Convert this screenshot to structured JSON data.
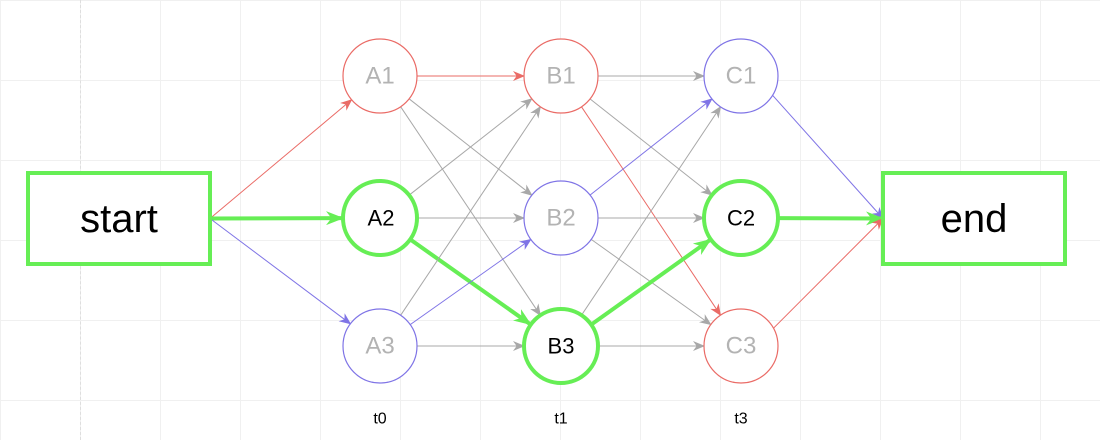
{
  "colors": {
    "red": "#ea6b66",
    "blue": "#7f74e6",
    "gray": "#a8a8a8",
    "green": "#66ee55",
    "faded_text": "#b3b3b3",
    "active_text": "#000000"
  },
  "terminals": {
    "start": {
      "label": "start"
    },
    "end": {
      "label": "end"
    }
  },
  "states": {
    "A1": {
      "label": "A1",
      "color": "red",
      "active": false
    },
    "A2": {
      "label": "A2",
      "color": "green",
      "active": true
    },
    "A3": {
      "label": "A3",
      "color": "blue",
      "active": false
    },
    "B1": {
      "label": "B1",
      "color": "red",
      "active": false
    },
    "B2": {
      "label": "B2",
      "color": "blue",
      "active": false
    },
    "B3": {
      "label": "B3",
      "color": "green",
      "active": true
    },
    "C1": {
      "label": "C1",
      "color": "blue",
      "active": false
    },
    "C2": {
      "label": "C2",
      "color": "green",
      "active": true
    },
    "C3": {
      "label": "C3",
      "color": "red",
      "active": false
    }
  },
  "time_steps": [
    "t0",
    "t1",
    "t3"
  ],
  "edges": [
    {
      "from": "start",
      "to": "A1",
      "color": "red"
    },
    {
      "from": "start",
      "to": "A2",
      "color": "green",
      "highlight": true
    },
    {
      "from": "start",
      "to": "A3",
      "color": "blue"
    },
    {
      "from": "A1",
      "to": "B1",
      "color": "red"
    },
    {
      "from": "A1",
      "to": "B2",
      "color": "gray"
    },
    {
      "from": "A1",
      "to": "B3",
      "color": "gray"
    },
    {
      "from": "A2",
      "to": "B1",
      "color": "gray"
    },
    {
      "from": "A2",
      "to": "B2",
      "color": "gray"
    },
    {
      "from": "A2",
      "to": "B3",
      "color": "green",
      "highlight": true
    },
    {
      "from": "A3",
      "to": "B1",
      "color": "gray"
    },
    {
      "from": "A3",
      "to": "B2",
      "color": "blue"
    },
    {
      "from": "A3",
      "to": "B3",
      "color": "gray"
    },
    {
      "from": "B1",
      "to": "C1",
      "color": "gray"
    },
    {
      "from": "B1",
      "to": "C2",
      "color": "gray"
    },
    {
      "from": "B1",
      "to": "C3",
      "color": "red"
    },
    {
      "from": "B2",
      "to": "C1",
      "color": "blue"
    },
    {
      "from": "B2",
      "to": "C2",
      "color": "gray"
    },
    {
      "from": "B2",
      "to": "C3",
      "color": "gray"
    },
    {
      "from": "B3",
      "to": "C1",
      "color": "gray"
    },
    {
      "from": "B3",
      "to": "C2",
      "color": "green",
      "highlight": true
    },
    {
      "from": "B3",
      "to": "C3",
      "color": "gray"
    },
    {
      "from": "C1",
      "to": "end",
      "color": "blue"
    },
    {
      "from": "C2",
      "to": "end",
      "color": "green",
      "highlight": true
    },
    {
      "from": "C3",
      "to": "end",
      "color": "red"
    }
  ]
}
